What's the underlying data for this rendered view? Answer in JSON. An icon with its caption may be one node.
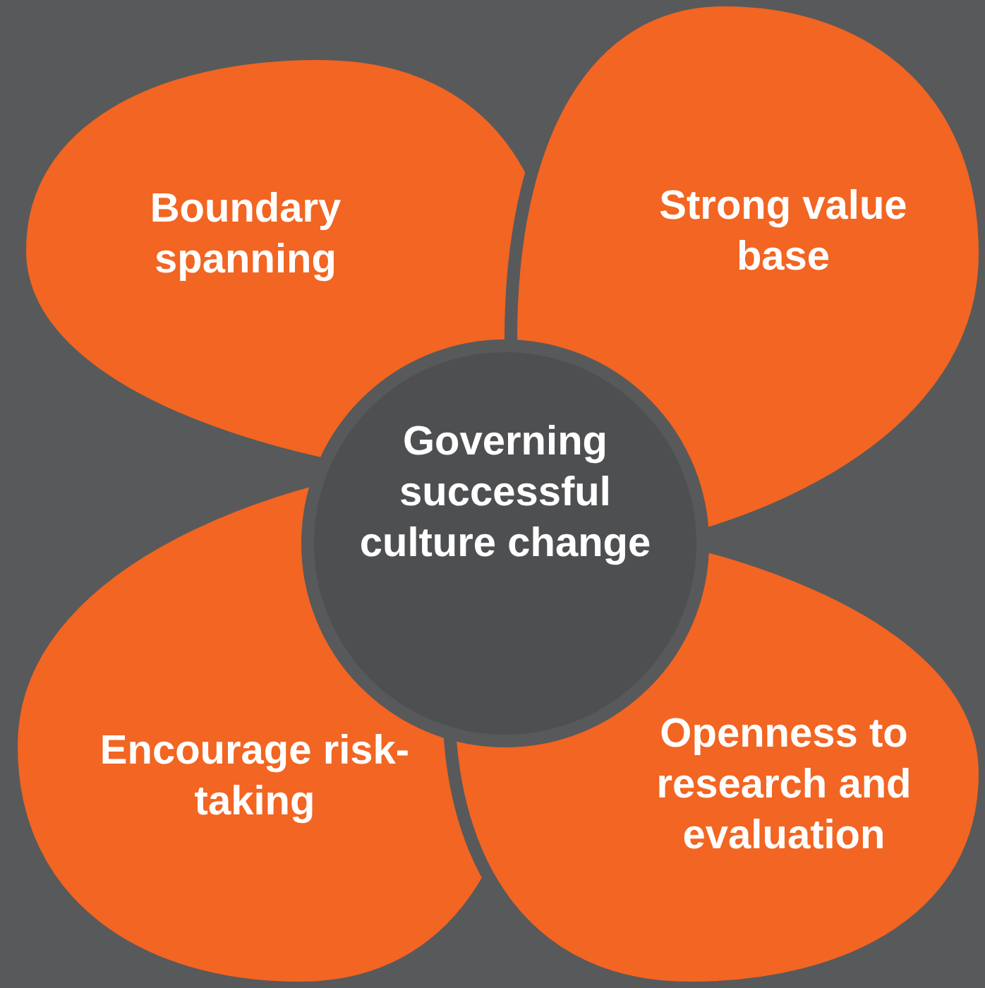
{
  "diagram": {
    "nodes": [
      {
        "text": [
          "Boundary spanning"
        ]
      },
      {
        "text": [
          "Strong value base"
        ]
      },
      {
        "text": [
          "Governing successful culture change"
        ]
      },
      {
        "text": [
          "Encourage risk-taking"
        ]
      },
      {
        "text": [
          "Openness to research and evaluation"
        ]
      }
    ]
  }
}
